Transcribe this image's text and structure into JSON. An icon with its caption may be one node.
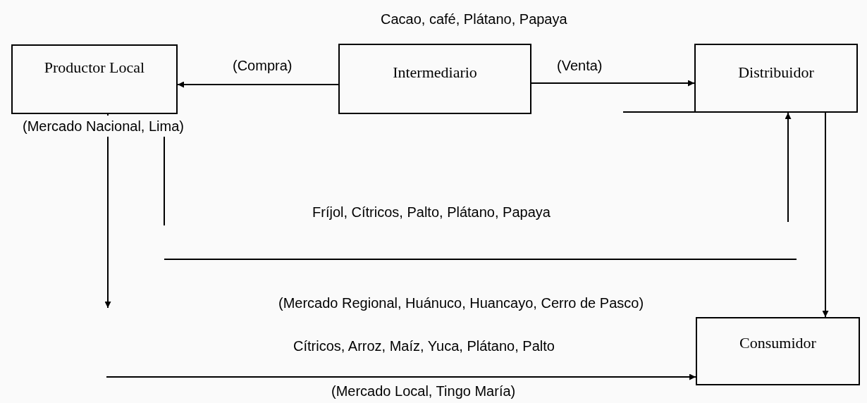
{
  "diagram": {
    "nodes": [
      {
        "text": [
          "Productor Local"
        ]
      },
      {
        "text": [
          "Intermediario"
        ]
      },
      {
        "text": [
          "Distribuidor"
        ]
      },
      {
        "text": [
          "Consumidor"
        ]
      }
    ],
    "edges": [
      {
        "from": 1,
        "to": 0,
        "arrow": "to",
        "label": "(Compra)"
      },
      {
        "from": 1,
        "to": 2,
        "arrow": "to",
        "label": "(Venta)"
      },
      {
        "from": null,
        "to": 2,
        "arrow": "to"
      },
      {
        "from": 0,
        "to": null,
        "arrow": "to"
      },
      {
        "from": 2,
        "to": 3,
        "arrow": "to"
      },
      {
        "from": null,
        "to": 3,
        "arrow": "to"
      }
    ],
    "labels": [
      "Cacao, café, Plátano, Papaya",
      "(Mercado Nacional, Lima)",
      "Fríjol, Cítricos, Palto, Plátano, Papaya",
      "(Mercado Regional, Huánuco, Huancayo, Cerro de Pasco)",
      "Cítricos, Arroz, Maíz, Yuca, Plátano, Palto",
      "(Mercado Local, Tingo María)"
    ]
  }
}
